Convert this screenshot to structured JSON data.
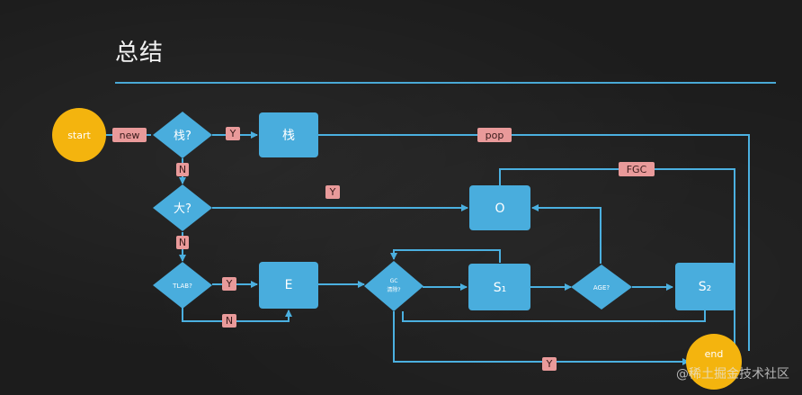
{
  "slide": {
    "title": "总结",
    "watermark": "@稀土掘金技术社区"
  },
  "flow": {
    "start_label": "start",
    "end_label": "end",
    "decision_stack": "栈?",
    "decision_big": "大?",
    "decision_tlab": "TLAB?",
    "decision_gc": [
      "GC",
      "清除?"
    ],
    "decision_age": "AGE?",
    "box_stack": "栈",
    "box_o": "O",
    "box_e": "E",
    "box_s1": "S₁",
    "box_s2": "S₂",
    "tag_new": "new",
    "tag_pop": "pop",
    "tag_fgc": "FGC",
    "tag_y_stack": "Y",
    "tag_n_stack": "N",
    "tag_y_big": "Y",
    "tag_n_big": "N",
    "tag_y_tlab": "Y",
    "tag_n_tlab": "N",
    "tag_y_gc": "Y"
  },
  "colors": {
    "background": "#1c1c1c",
    "line": "#4bb0e0",
    "node": "#49addd",
    "tag": "#e99a9a",
    "terminal": "#f4b40e",
    "title_text": "#f2f2f2"
  }
}
